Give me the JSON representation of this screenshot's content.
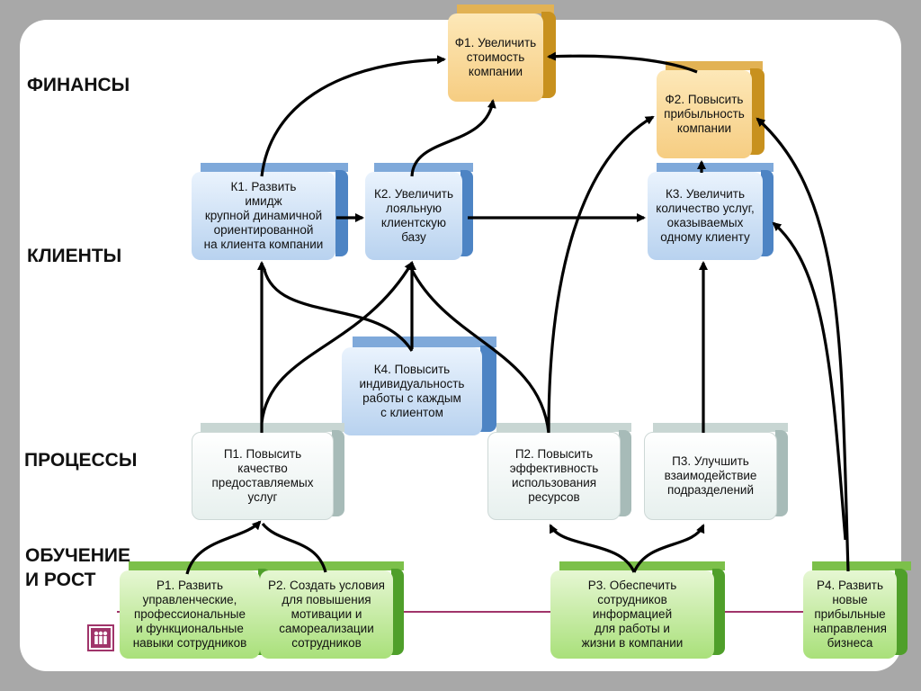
{
  "perspectives": {
    "finance": "ФИНАНСЫ",
    "clients": "КЛИЕНТЫ",
    "processes": "ПРОЦЕССЫ",
    "learning_line1": "ОБУЧЕНИЕ",
    "learning_line2": "И РОСТ"
  },
  "nodes": {
    "f1": "Ф1. Увеличить\nстоимость\nкомпании",
    "f2": "Ф2. Повысить\nприбыльность\nкомпании",
    "k1": "К1. Развить\nимидж\nкрупной динамичной\nориентированной\nна клиента компании",
    "k2": "К2. Увеличить\nлояльную\nклиентскую\nбазу",
    "k3": "К3. Увеличить\nколичество услуг,\nоказываемых\nодному клиенту",
    "k4": "К4. Повысить\nиндивидуальность\nработы с каждым\nс клиентом",
    "p1": "П1. Повысить\nкачество\nпредоставляемых\nуслуг",
    "p2": "П2. Повысить\nэффективность\nиспользования\nресурсов",
    "p3": "П3. Улучшить\nвзаимодействие\nподразделений",
    "r1": "Р1. Развить\nуправленческие,\nпрофессиональные\nи функциональные\nнавыки сотрудников",
    "r2": "Р2. Создать условия\nдля повышения\nмотивации и\nсамореализации\nсотрудников",
    "r3": "Р3. Обеспечить\nсотрудников\nинформацией\nдля работы и\nжизни в компании",
    "r4": "Р4. Развить\nновые\nприбыльные\nнаправления\nбизнеса"
  },
  "colors": {
    "finance": "#f6cd82",
    "clients": "#b8d2ef",
    "processes": "#e7f0ee",
    "learning": "#a9e07a",
    "arrow": "#000000",
    "divider": "#a0346a"
  },
  "icons": {
    "logo": "people-logo-icon"
  }
}
